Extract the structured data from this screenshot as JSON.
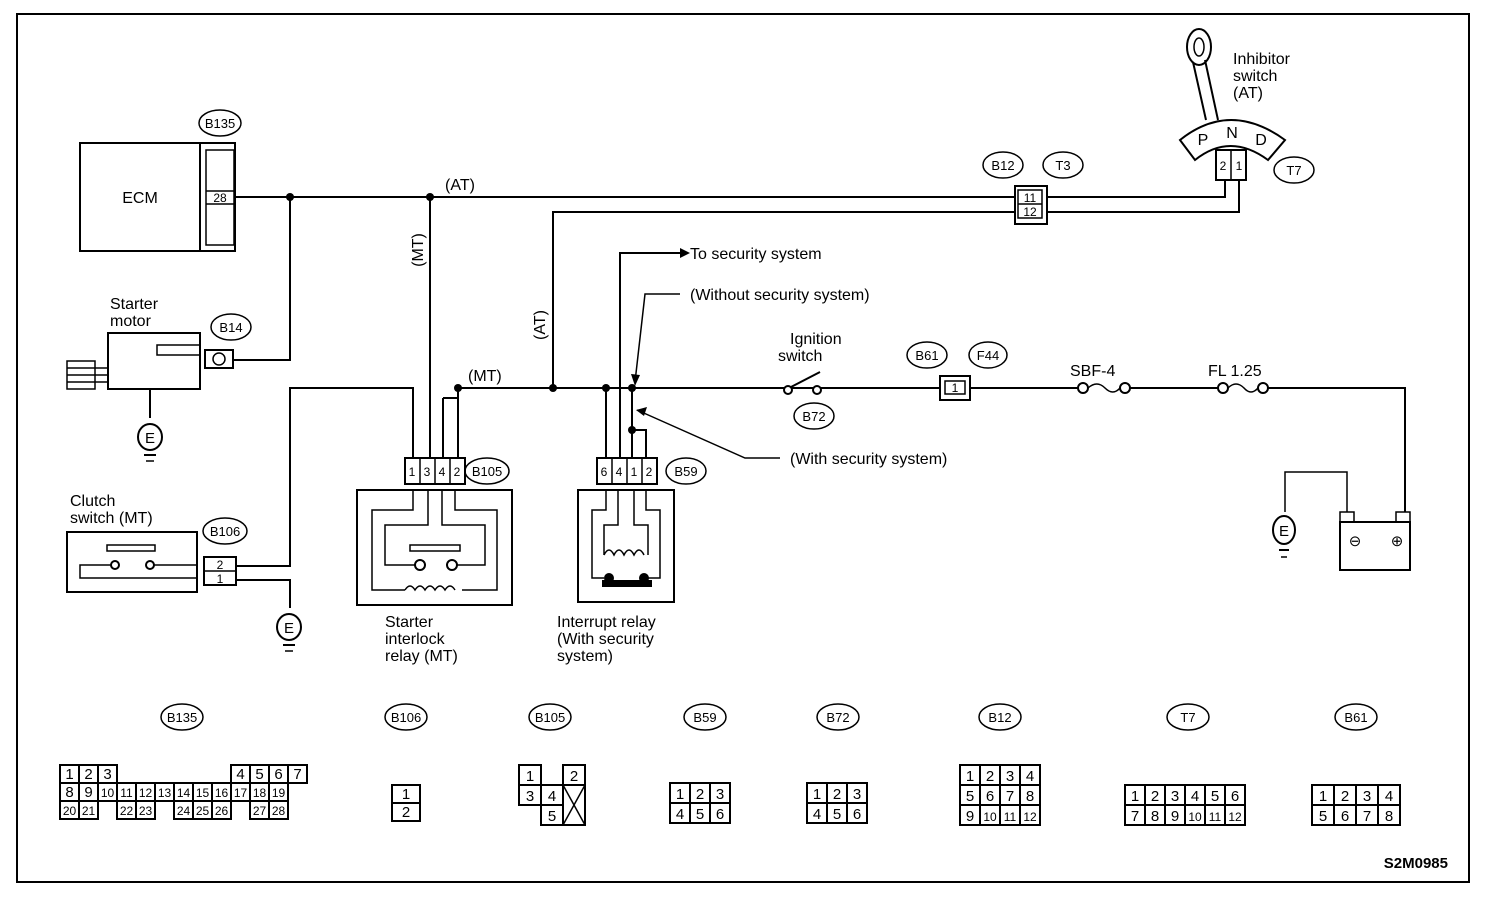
{
  "diagram": {
    "figure_code": "S2M0985",
    "components": {
      "ecm": {
        "label": "ECM",
        "connector": "B135",
        "pin": "28"
      },
      "starter_motor": {
        "label_line1": "Starter",
        "label_line2": "motor",
        "connector": "B14"
      },
      "clutch_switch": {
        "label_line1": "Clutch",
        "label_line2": "switch (MT)",
        "connector": "B106",
        "pins": [
          "2",
          "1"
        ]
      },
      "starter_interlock_relay": {
        "label_line1": "Starter",
        "label_line2": "interlock",
        "label_line3": "relay (MT)",
        "connector": "B105",
        "pins": [
          "1",
          "3",
          "4",
          "2"
        ]
      },
      "interrupt_relay": {
        "label_line1": "Interrupt relay",
        "label_line2": "(With security",
        "label_line3": "system)",
        "connector": "B59",
        "pins": [
          "6",
          "4",
          "1",
          "2"
        ]
      },
      "ignition_switch": {
        "label_line1": "Ignition",
        "label_line2": "switch",
        "connector": "B72"
      },
      "inhibitor_switch": {
        "label_line1": "Inhibitor",
        "label_line2": "switch",
        "label_line3": "(AT)",
        "connector": "T7",
        "positions": [
          "P",
          "N",
          "D"
        ],
        "pins": [
          "2",
          "1"
        ]
      },
      "joint_connector": {
        "connectors": [
          "B12",
          "T3"
        ],
        "pins": [
          "11",
          "12"
        ]
      },
      "b61_connector": {
        "connectors": [
          "B61",
          "F44"
        ],
        "pin": "1"
      },
      "fuse_sbf": {
        "label": "SBF-4"
      },
      "fuse_fl": {
        "label": "FL 1.25"
      },
      "battery": {
        "neg": "⊖",
        "pos": "⊕"
      },
      "ground": {
        "label": "E"
      }
    },
    "wire_labels": {
      "at_top": "(AT)",
      "mt_vertical": "(MT)",
      "at_vertical": "(AT)",
      "mt_horizontal": "(MT)"
    },
    "annotations": {
      "to_security": "To security system",
      "without_security": "(Without security system)",
      "with_security": "(With security system)"
    },
    "connector_views": [
      {
        "id": "B135",
        "rows": [
          [
            "1",
            "2",
            "3",
            "",
            "",
            "",
            "",
            "",
            "",
            "4",
            "5",
            "6",
            "7"
          ],
          [
            "8",
            "9",
            "10",
            "11",
            "12",
            "13",
            "14",
            "15",
            "16",
            "17",
            "18",
            "19"
          ],
          [
            "20",
            "21",
            "",
            "22",
            "23",
            "",
            "24",
            "25",
            "26",
            "",
            "27",
            "28"
          ]
        ]
      },
      {
        "id": "B106",
        "rows": [
          [
            "1"
          ],
          [
            "2"
          ]
        ]
      },
      {
        "id": "B105",
        "rows": [
          [
            "1",
            "",
            "2"
          ],
          [
            "3",
            "4",
            "X"
          ],
          [
            "",
            "5",
            ""
          ]
        ]
      },
      {
        "id": "B59",
        "rows": [
          [
            "1",
            "2",
            "3"
          ],
          [
            "4",
            "5",
            "6"
          ]
        ]
      },
      {
        "id": "B72",
        "rows": [
          [
            "1",
            "2",
            "3"
          ],
          [
            "4",
            "5",
            "6"
          ]
        ]
      },
      {
        "id": "B12",
        "rows": [
          [
            "1",
            "2",
            "3",
            "4"
          ],
          [
            "5",
            "6",
            "7",
            "8"
          ],
          [
            "9",
            "10",
            "11",
            "12"
          ]
        ]
      },
      {
        "id": "T7",
        "rows": [
          [
            "1",
            "2",
            "3",
            "4",
            "5",
            "6"
          ],
          [
            "7",
            "8",
            "9",
            "10",
            "11",
            "12"
          ]
        ]
      },
      {
        "id": "B61",
        "rows": [
          [
            "1",
            "2",
            "3",
            "4"
          ],
          [
            "5",
            "6",
            "7",
            "8"
          ]
        ]
      }
    ]
  }
}
